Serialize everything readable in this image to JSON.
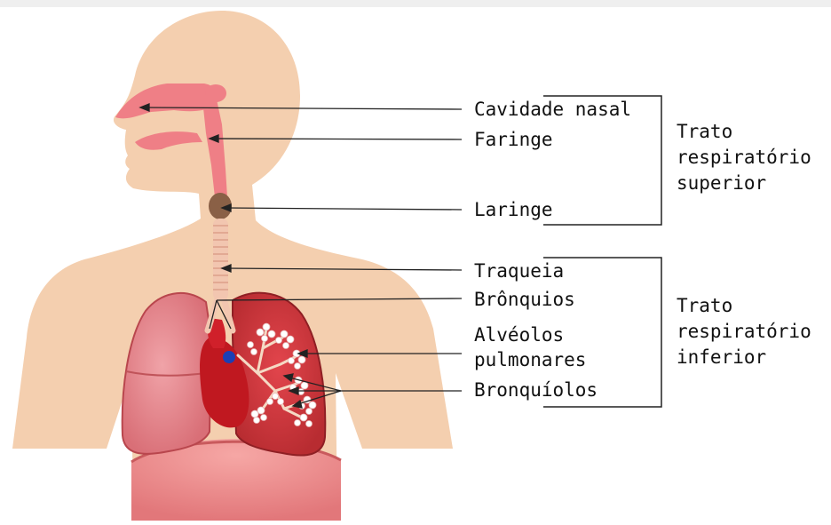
{
  "labels": {
    "nasal_cavity": "Cavidade nasal",
    "pharynx": "Faringe",
    "larynx": "Laringe",
    "trachea": "Traqueia",
    "bronchi": "Brônquios",
    "alveoli_line1": "Alvéolos",
    "alveoli_line2": "pulmonares",
    "bronchioles": "Bronquíolos"
  },
  "groups": {
    "upper": [
      "Trato",
      "respiratório",
      "superior"
    ],
    "lower": [
      "Trato",
      "respiratório",
      "inferior"
    ]
  },
  "colors": {
    "skin": "#f4cfaf",
    "airway": "#ef7f86",
    "larynx": "#8a6046",
    "trachea": "#f2c6b0",
    "lung_left": "#e98e95",
    "lung_right": "#cf3a3f",
    "heart": "#c01820",
    "alveoli": "#ffffff",
    "lines": "#222222"
  }
}
